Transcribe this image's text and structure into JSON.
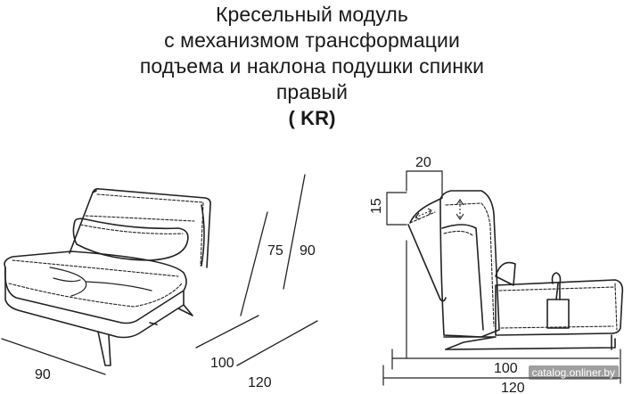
{
  "title": {
    "line1": "Кресельный модуль",
    "line2": "с механизмом трансформации",
    "line3": "подъема и наклона подушки спинки",
    "line4": "правый",
    "code": "( KR)"
  },
  "front_view": {
    "dim_width": "90",
    "dim_depth": "100",
    "dim_depth_total": "120",
    "dim_seat_height": "75",
    "dim_total_height": "90"
  },
  "side_view": {
    "dim_tilt_offset": "20",
    "dim_lift": "15",
    "dim_depth": "100",
    "dim_depth_total": "120"
  },
  "watermark": "catalog.onliner.by"
}
